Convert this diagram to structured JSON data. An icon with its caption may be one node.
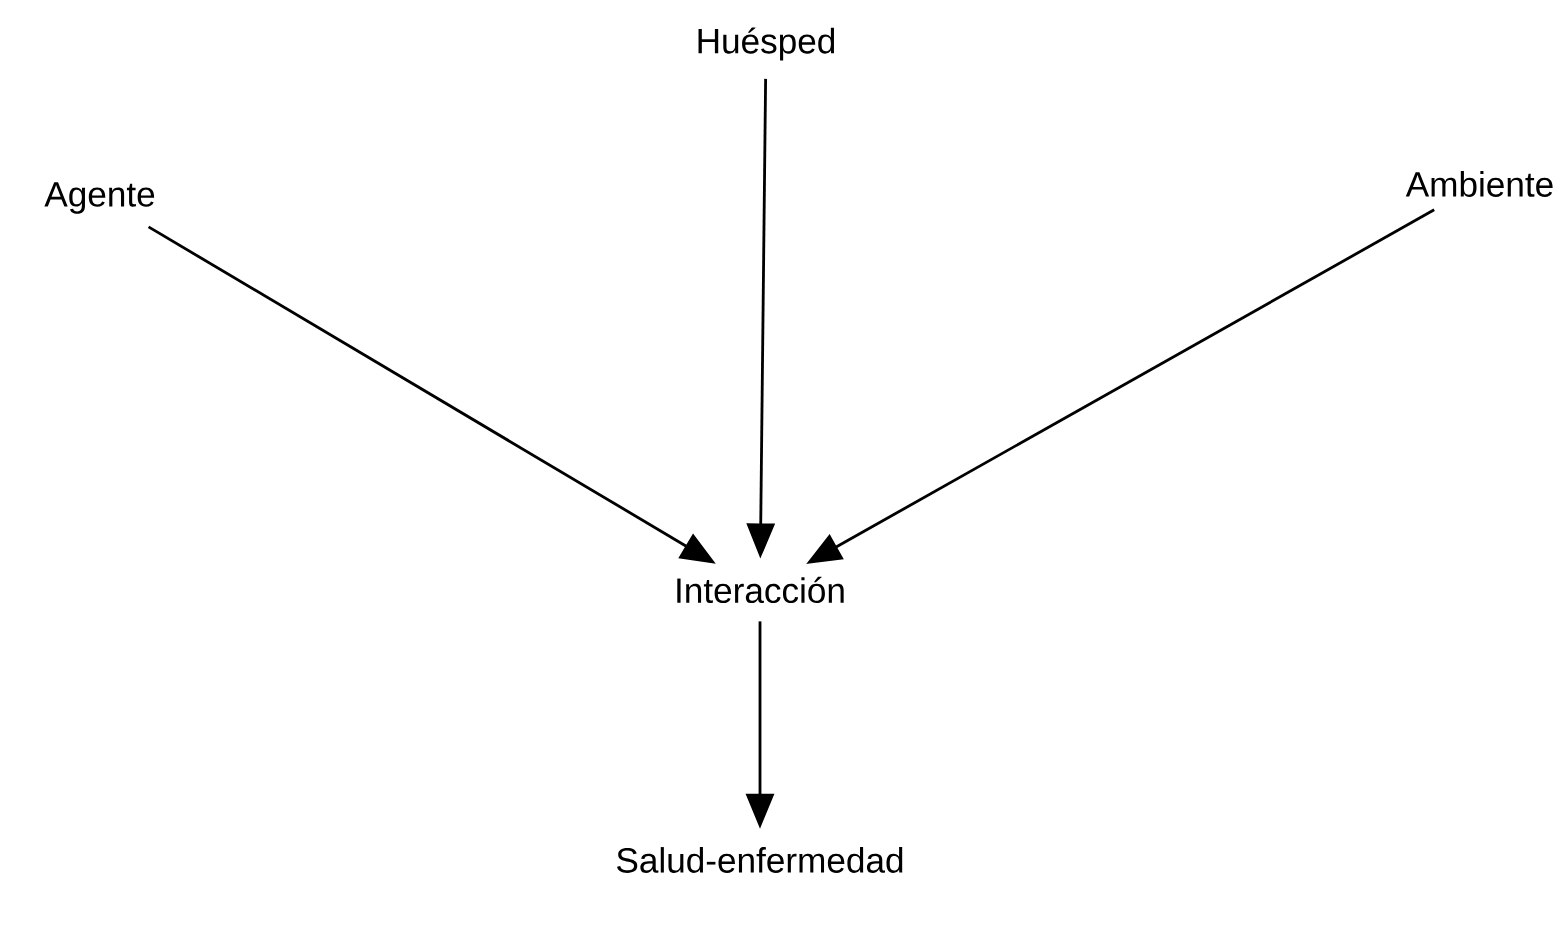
{
  "diagram": {
    "nodes": [
      {
        "text": [
          "Huésped"
        ]
      },
      {
        "text": [
          "Agente"
        ]
      },
      {
        "text": [
          "Ambiente"
        ]
      },
      {
        "text": [
          "Interacción"
        ]
      },
      {
        "text": [
          "Salud-enfermedad"
        ]
      }
    ],
    "edges": [
      {
        "from": 1,
        "to": 3,
        "arrow": "to"
      },
      {
        "from": 0,
        "to": 3,
        "arrow": "to"
      },
      {
        "from": 2,
        "to": 3,
        "arrow": "to"
      },
      {
        "from": 3,
        "to": 4,
        "arrow": "to"
      }
    ]
  }
}
